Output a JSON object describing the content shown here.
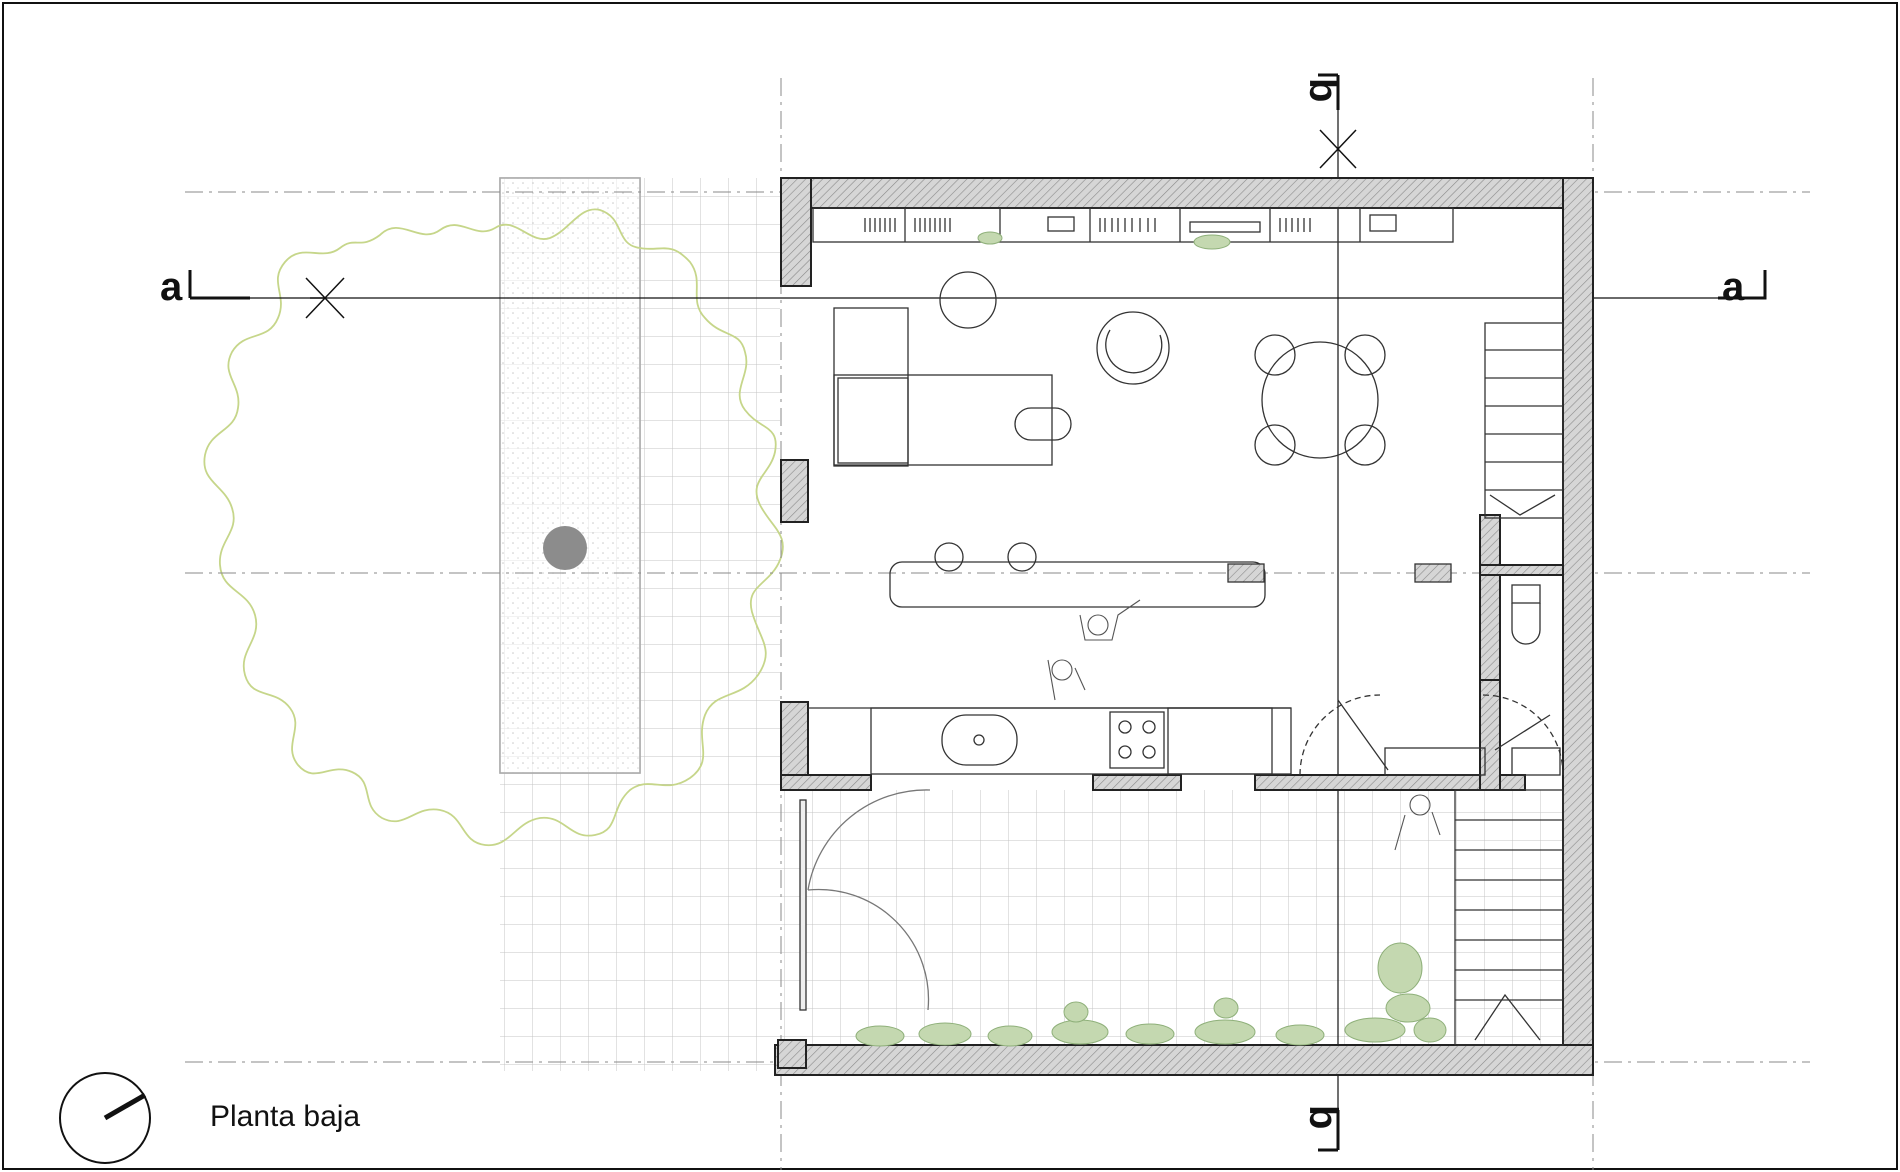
{
  "drawing": {
    "title": "Planta baja",
    "section_a_label": "a",
    "section_b_label": "b"
  },
  "colors": {
    "wall_fill": "#cfcfcf",
    "line": "#222222",
    "grid": "#bdbdbd",
    "planting": "#9cbf7a",
    "tree_outline": "#c6d68a",
    "paving_dots": "#e6e6e6"
  },
  "icons": {
    "north_arrow": "north-arrow-icon",
    "person": "person-icon"
  }
}
